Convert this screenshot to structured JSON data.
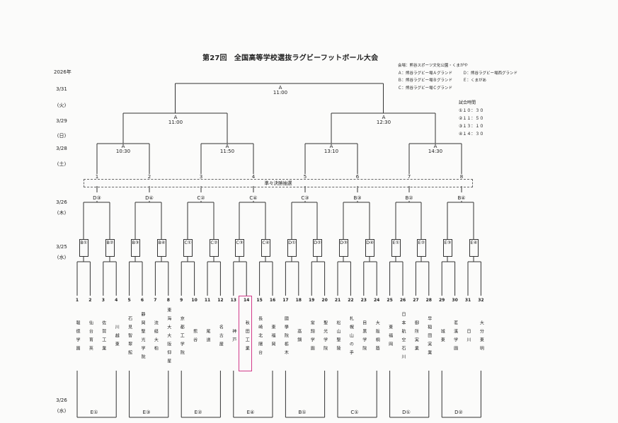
{
  "title": "第27回　全国高等学校選抜ラグビーフットボール大会",
  "year": "2026年",
  "dates": [
    {
      "day": "3/31",
      "dow": "(火)"
    },
    {
      "day": "3/29",
      "dow": "(日)"
    },
    {
      "day": "3/28",
      "dow": "(土)"
    },
    {
      "day": "3/26",
      "dow": "(木)"
    },
    {
      "day": "3/25",
      "dow": "(水)"
    },
    {
      "day": "3/26",
      "dow": "(水)"
    }
  ],
  "legend": {
    "venue": "会場：熊谷スポーツ文化公園・くまがや",
    "a": "Ａ：熊谷ラグビー場Ａグランド",
    "b": "Ｂ：熊谷ラグビー場Ｂグランド",
    "c": "Ｃ：熊谷ラグビー場Ｃグランド",
    "d": "Ｄ：熊谷ラグビー場西グランド",
    "e": "Ｅ：くまがあ"
  },
  "times": {
    "header": "試合時間",
    "t1": "①１０：３０",
    "t2": "②１１：５０",
    "t3": "③１３：１０",
    "t4": "④１４：３０"
  },
  "final": {
    "venue": "A",
    "time": "11:00"
  },
  "semis": [
    {
      "venue": "A",
      "time": "11:00"
    },
    {
      "venue": "A",
      "time": "12:30"
    }
  ],
  "quarters": [
    {
      "venue": "A",
      "time": "10:30"
    },
    {
      "venue": "A",
      "time": "11:50"
    },
    {
      "venue": "A",
      "time": "13:10"
    },
    {
      "venue": "A",
      "time": "14:30"
    }
  ],
  "slots": [
    "1",
    "2",
    "3",
    "4",
    "5",
    "6",
    "7",
    "8"
  ],
  "band_label": "準々決勝抽選",
  "r16": [
    "D③",
    "D④",
    "C②",
    "C④",
    "C③",
    "B③",
    "B②",
    "B④"
  ],
  "r32": [
    "B①",
    "B②",
    "B③",
    "B④",
    "C①",
    "C②",
    "C③",
    "C④",
    "D①",
    "D②",
    "D③",
    "D④",
    "E①",
    "E②",
    "E③",
    "E④"
  ],
  "numbers": [
    "1",
    "2",
    "3",
    "4",
    "5",
    "6",
    "7",
    "8",
    "9",
    "10",
    "11",
    "12",
    "13",
    "14",
    "15",
    "16",
    "17",
    "18",
    "19",
    "20",
    "21",
    "22",
    "23",
    "24",
    "25",
    "26",
    "27",
    "28",
    "29",
    "30",
    "31",
    "32"
  ],
  "teams": [
    "報徳学園",
    "仙台育英",
    "佐賀工業",
    "川越東",
    "石見智翠館",
    "静岡聖光学院",
    "流経大柏",
    "東海大大阪仰星",
    "京都工学院",
    "熊谷",
    "尾道",
    "名古屋",
    "神戸",
    "秋田工業",
    "長崎北陽台",
    "東福岡",
    "國學院栃木",
    "高鍋",
    "常翔学園",
    "聖光学院",
    "松山聖陵",
    "札幌山の手",
    "目黒学院",
    "大阪桐蔭",
    "東福岡",
    "日本航空石川",
    "御所実業",
    "早稲田実業",
    "城東",
    "茗溪学園",
    "日川",
    "大分東明"
  ],
  "bottom_venues": [
    "E①",
    "E③",
    "E②",
    "E④",
    "B①",
    "C①",
    "D①",
    "D②"
  ]
}
